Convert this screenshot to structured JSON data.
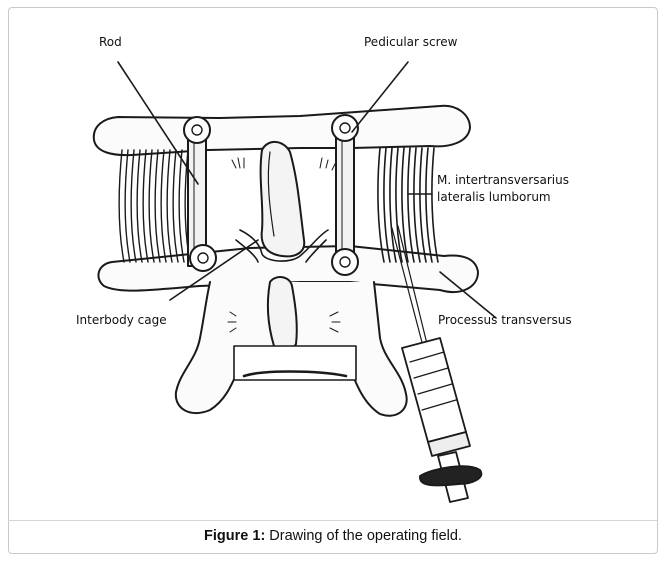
{
  "labels": {
    "rod": "Rod",
    "pedicular_screw": "Pedicular screw",
    "muscle_line1": "M. intertransversarius",
    "muscle_line2": "lateralis lumborum",
    "interbody_cage": "Interbody cage",
    "processus_transversus": "Processus transversus"
  },
  "caption": {
    "prefix": "Figure 1:",
    "text": " Drawing of the operating field."
  }
}
